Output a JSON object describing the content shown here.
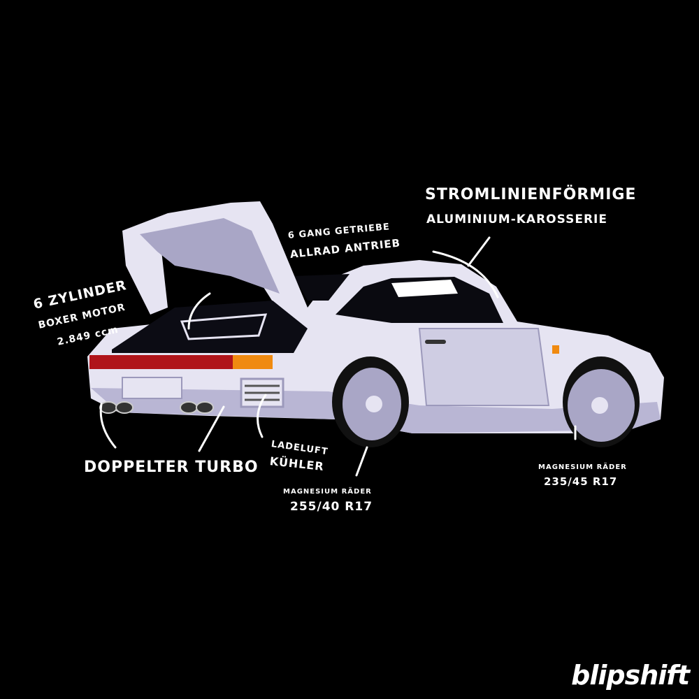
{
  "annotations": {
    "body": [
      "STROMLINIENFÖRMIGE",
      "ALUMINIUM-KAROSSERIE"
    ],
    "drivetrain": [
      "6 GANG GETRIEBE",
      "ALLRAD ANTRIEB"
    ],
    "engine": [
      "6 ZYLINDER",
      "BOXER MOTOR",
      "2.849 ccm"
    ],
    "turbo": "DOPPELTER TURBO",
    "intercooler": [
      "LADELUFT",
      "KÜHLER"
    ],
    "rear_wheels": [
      "MAGNESIUM RÄDER",
      "255/40 R17"
    ],
    "front_wheels": [
      "MAGNESIUM RÄDER",
      "235/45 R17"
    ]
  },
  "brand": "blipshift",
  "colors": {
    "background": "#000000",
    "body": "#e6e4f2",
    "shade": "#a9a6c6",
    "taillight": "#b0141a",
    "indicator": "#f08a10"
  }
}
